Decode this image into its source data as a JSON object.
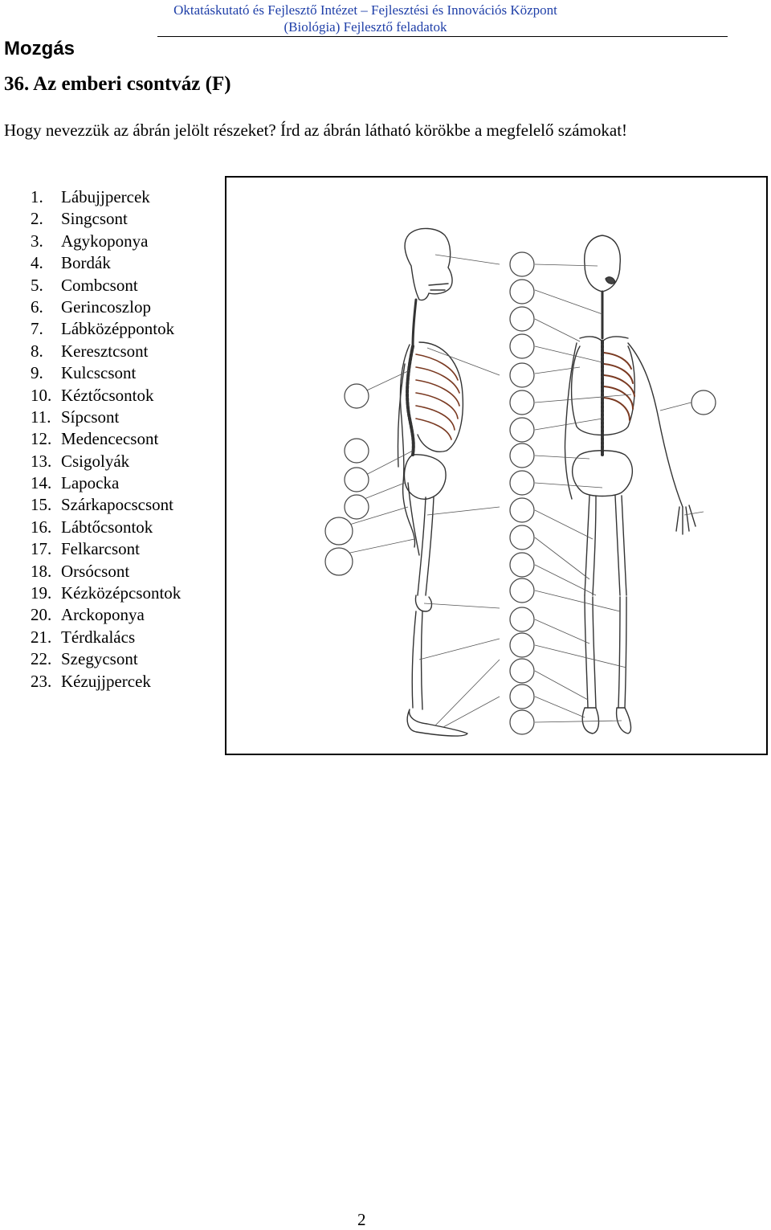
{
  "header": {
    "line1": "Oktatáskutató és Fejlesztő Intézet – Fejlesztési és Innovációs Központ",
    "line2": "(Biológia) Fejlesztő feladatok"
  },
  "section": "Mozgás",
  "title": "36. Az emberi csontváz (F)",
  "instruction": "Hogy nevezzük az ábrán jelölt részeket? Írd az ábrán látható körökbe a megfelelő számokat!",
  "parts": [
    {
      "num": "1.",
      "name": "Lábujjpercek"
    },
    {
      "num": "2.",
      "name": "Singcsont"
    },
    {
      "num": "3.",
      "name": "Agykoponya"
    },
    {
      "num": "4.",
      "name": "Bordák"
    },
    {
      "num": "5.",
      "name": "Combcsont"
    },
    {
      "num": "6.",
      "name": "Gerincoszlop"
    },
    {
      "num": "7.",
      "name": "Lábközéppontok"
    },
    {
      "num": "8.",
      "name": "Keresztcsont"
    },
    {
      "num": "9.",
      "name": "Kulcscsont"
    },
    {
      "num": "10.",
      "name": "Kéztőcsontok"
    },
    {
      "num": "11.",
      "name": "Sípcsont"
    },
    {
      "num": "12.",
      "name": "Medencecsont"
    },
    {
      "num": "13.",
      "name": "Csigolyák"
    },
    {
      "num": "14.",
      "name": "Lapocka"
    },
    {
      "num": "15.",
      "name": "Szárkapocscsont"
    },
    {
      "num": "16.",
      "name": "Lábtőcsontok"
    },
    {
      "num": "17.",
      "name": "Felkarcsont"
    },
    {
      "num": "18.",
      "name": "Orsócsont"
    },
    {
      "num": "19.",
      "name": "Kézközépcsontok"
    },
    {
      "num": "20.",
      "name": "Arckoponya"
    },
    {
      "num": "21.",
      "name": "Térdkalács"
    },
    {
      "num": "22.",
      "name": "Szegycsont"
    },
    {
      "num": "23.",
      "name": "Kézujjpercek"
    }
  ],
  "page_number": "2"
}
